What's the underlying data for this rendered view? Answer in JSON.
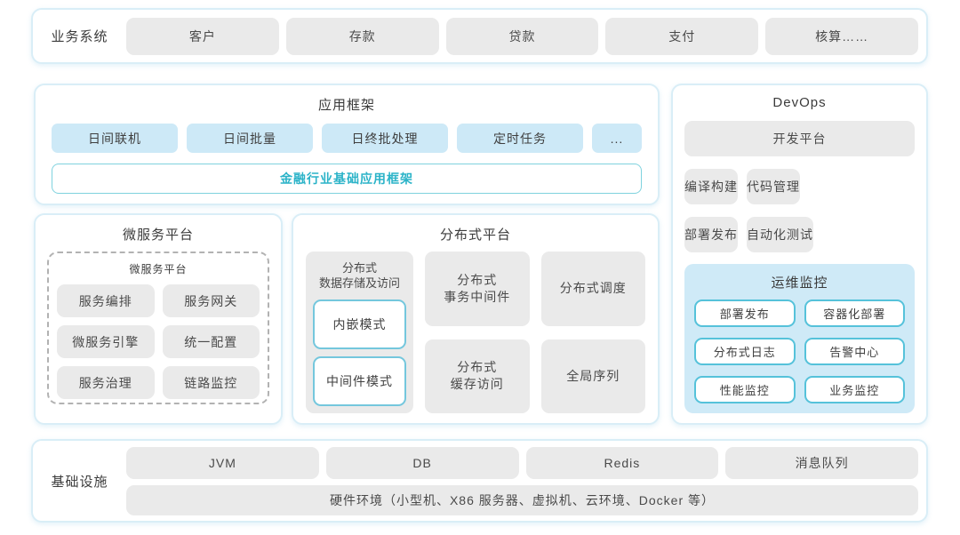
{
  "colors": {
    "section_border": "#d9eef7",
    "gray_node_bg": "#eaeaea",
    "blue_node_bg": "#cde9f7",
    "teal_text": "#2bb3c8",
    "teal_border": "#7fd2de",
    "ops_panel_bg": "#cfeaf7",
    "ops_node_border": "#55c2da",
    "text_dark": "#3f3f3f"
  },
  "business": {
    "label": "业务系统",
    "items": [
      "客户",
      "存款",
      "贷款",
      "支付",
      "核算……"
    ]
  },
  "app_framework": {
    "title": "应用框架",
    "items": [
      "日间联机",
      "日间批量",
      "日终批处理",
      "定时任务",
      "..."
    ],
    "base": "金融行业基础应用框架"
  },
  "microservice": {
    "title": "微服务平台",
    "inner_title": "微服务平台",
    "items": [
      "服务编排",
      "服务网关",
      "微服务引擎",
      "统一配置",
      "服务治理",
      "链路监控"
    ]
  },
  "distributed": {
    "title": "分布式平台",
    "storage": {
      "title_line1": "分布式",
      "title_line2": "数据存储及访问",
      "modes": [
        "内嵌模式",
        "中间件模式"
      ]
    },
    "tx_line1": "分布式",
    "tx_line2": "事务中间件",
    "cache_line1": "分布式",
    "cache_line2": "缓存访问",
    "scheduler": "分布式调度",
    "sequence": "全局序列"
  },
  "devops": {
    "title": "DevOps",
    "dev_platform": "开发平台",
    "build": "编译构建",
    "code": "代码管理",
    "deploy": "部署发布",
    "autotest": "自动化测试",
    "ops": {
      "title": "运维监控",
      "items": [
        "部署发布",
        "容器化部署",
        "分布式日志",
        "告警中心",
        "性能监控",
        "业务监控"
      ]
    }
  },
  "infrastructure": {
    "label": "基础设施",
    "items": [
      "JVM",
      "DB",
      "Redis",
      "消息队列"
    ],
    "hardware": "硬件环境（小型机、X86 服务器、虚拟机、云环境、Docker 等）"
  }
}
